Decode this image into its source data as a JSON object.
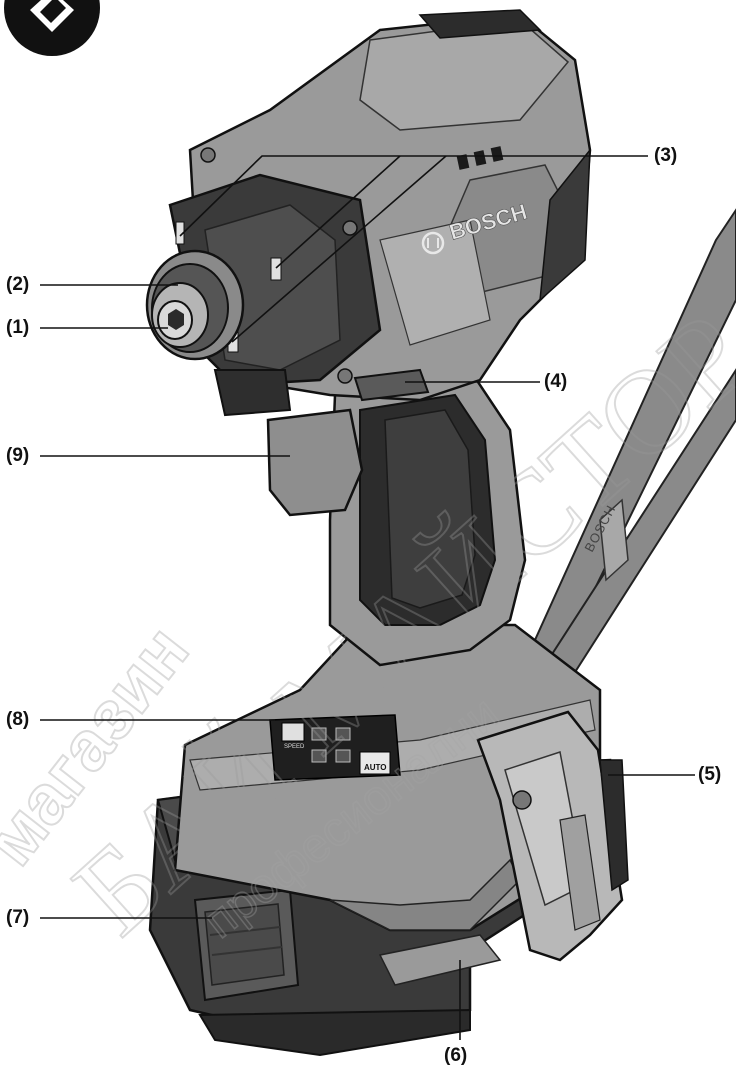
{
  "diagram": {
    "brand": "BOSCH",
    "strap_brand": "BOSCH",
    "auto_label": "AUTO",
    "speed_label": "SPEED",
    "callouts": [
      {
        "id": "1",
        "label": "(1)"
      },
      {
        "id": "2",
        "label": "(2)"
      },
      {
        "id": "3",
        "label": "(3)"
      },
      {
        "id": "4",
        "label": "(4)"
      },
      {
        "id": "5",
        "label": "(5)"
      },
      {
        "id": "6",
        "label": "(6)"
      },
      {
        "id": "7",
        "label": "(7)"
      },
      {
        "id": "8",
        "label": "(8)"
      },
      {
        "id": "9",
        "label": "(9)"
      }
    ]
  },
  "watermark": {
    "word_1": "магазин",
    "word_2": "БАЙ МАЙСТОР",
    "word_3": "професионални"
  },
  "colors": {
    "housing_grey": "#9a9a9a",
    "housing_dark": "#6e6e6e",
    "rubber_black": "#2c2c2c",
    "outline": "#1a1a1a",
    "watermark": "#b9b9b9"
  }
}
